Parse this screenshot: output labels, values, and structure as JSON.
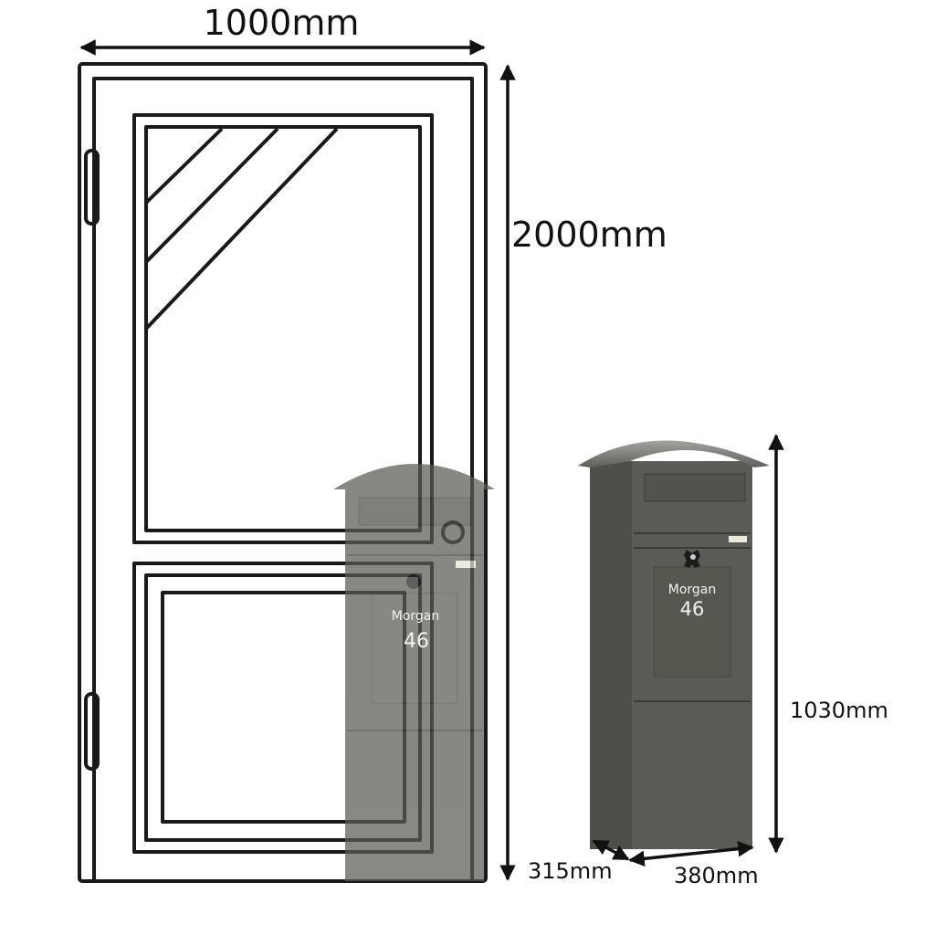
{
  "dimensions": {
    "door_width": "1000mm",
    "door_height": "2000mm",
    "mailbox_height": "1030mm",
    "mailbox_depth": "315mm",
    "mailbox_width": "380mm"
  },
  "mailbox": {
    "name_plate": "Morgan",
    "house_number": "46"
  },
  "colors": {
    "mailbox_body": "#5a5a56",
    "mailbox_side": "#4e4e4a",
    "roof": "#8a8a86",
    "outline": "#1a1a1a"
  }
}
